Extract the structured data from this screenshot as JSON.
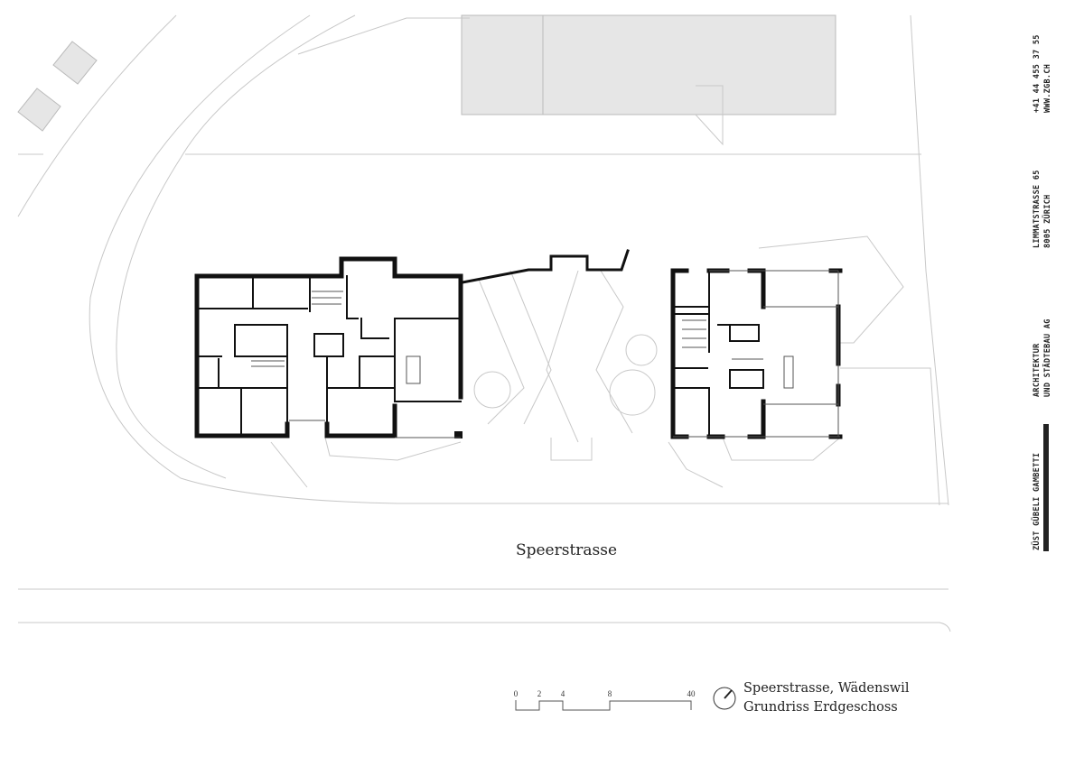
{
  "street_label": "Speerstrasse",
  "title": {
    "line1": "Speerstrasse, Wädenswil",
    "line2": "Grundriss Erdgeschoss"
  },
  "scale_bar": {
    "ticks": [
      "0",
      "2",
      "4",
      "8",
      "40"
    ]
  },
  "office": {
    "name": "ZÜST GÜBELI GAMBETTI",
    "tagline1": "ARCHITEKTUR",
    "tagline2": "UND STÄDTEBAU AG",
    "street": "LIMMATSTRASSE 65",
    "city": "8005 ZÜRICH",
    "phone": "+41 44 455 37 55",
    "web": "WWW.ZGB.CH"
  },
  "colors": {
    "wall": "#111111",
    "site": "#c8c8c8",
    "neighbor_fill": "#e6e6e6"
  }
}
